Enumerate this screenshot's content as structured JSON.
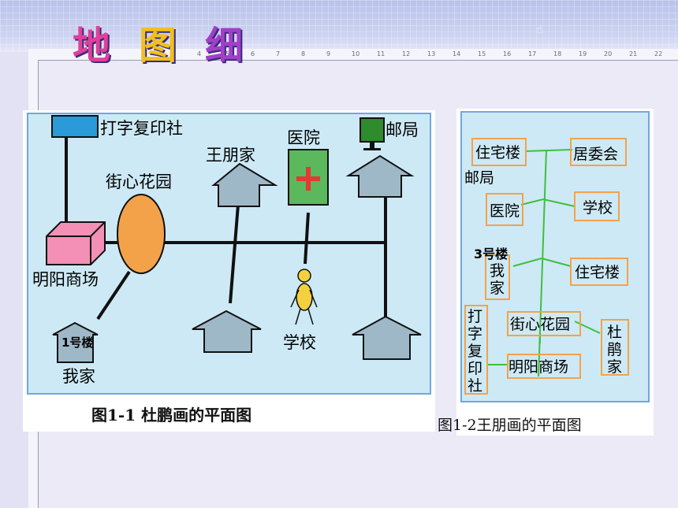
{
  "slide": {
    "title": "地 图 细"
  },
  "figure1": {
    "caption": "图1-1  杜鹏画的平面图",
    "labels": {
      "print_shop": "打字复印社",
      "hospital": "医院",
      "post_office": "邮局",
      "wang_home": "王朋家",
      "garden": "街心花园",
      "mall": "明阳商场",
      "building1": "1号楼",
      "my_home": "我家",
      "school": "学校"
    }
  },
  "figure2": {
    "caption": "图1-2王朋画的平面图",
    "labels": {
      "residential_top": "住宅楼",
      "committee": "居委会",
      "post_office": "邮局",
      "hospital": "医院",
      "school": "学校",
      "building3": "3号楼",
      "my_home": "我家",
      "residential_mid": "住宅楼",
      "garden": "街心花园",
      "print_shop": "打字复印社",
      "du_home": "杜鹃家",
      "mall": "明阳商场"
    }
  },
  "colors": {
    "panel_border": "#6fa8dc",
    "garden": "#f4a24a",
    "mall": "#f48fb5",
    "house": "#9fb8c8",
    "hospital": "#5cb85c",
    "cross": "#e53935",
    "print_shop": "#2a9ad8",
    "fig2_line": "#3fbf3f",
    "fig2_box": "#f4a24a"
  }
}
